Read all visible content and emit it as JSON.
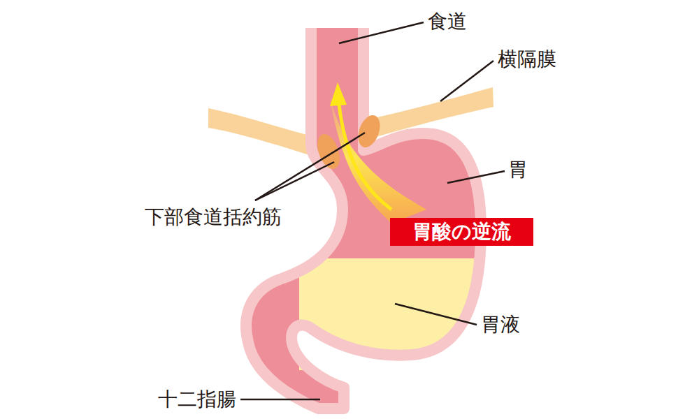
{
  "diagram": {
    "nodes": [
      {
        "text": [
          "胃酸の逆流"
        ]
      }
    ],
    "labels": [
      "食道",
      "横隔膜",
      "胃",
      "下部食道括約筋",
      "胃液",
      "十二指腸"
    ]
  }
}
